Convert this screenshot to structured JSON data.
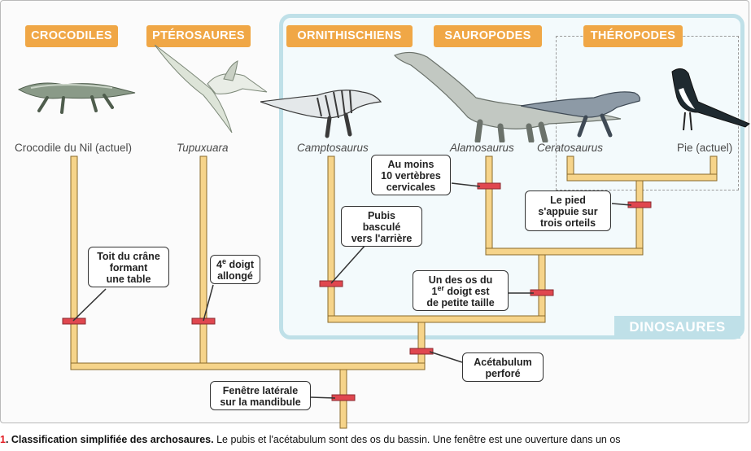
{
  "groups": {
    "crocodiles": "CROCODILES",
    "pterosaures": "PTÉROSAURES",
    "ornithischiens": "ORNITHISCHIENS",
    "sauropodes": "SAUROPODES",
    "theropodes": "THÉROPODES",
    "dinosaures": "DINOSAURES"
  },
  "species": {
    "crocodile": "Crocodile du Nil (actuel)",
    "tupuxuara": "Tupuxuara",
    "camptosaurus": "Camptosaurus",
    "alamosaurus": "Alamosaurus",
    "ceratosaurus": "Ceratosaurus",
    "pie": "Pie (actuel)"
  },
  "characters": {
    "toit_1": "Toit du crâne",
    "toit_2": "formant",
    "toit_3": "une table",
    "doigt4_num": "4",
    "doigt4_sup": "e",
    "doigt4_tail": " doigt",
    "doigt4_2": "allongé",
    "pubis_1": "Pubis",
    "pubis_2": "basculé",
    "pubis_3": "vers l'arrière",
    "vert_1": "Au moins",
    "vert_2": "10 vertèbres",
    "vert_3": "cervicales",
    "pied_1": "Le pied",
    "pied_2": "s'appuie sur",
    "pied_3": "trois orteils",
    "os_1": "Un des os du",
    "os_2_num": "1",
    "os_2_sup": "er",
    "os_2_tail": " doigt est",
    "os_3": "de petite taille",
    "acet_1": "Acétabulum",
    "acet_2": "perforé",
    "fen_1": "Fenêtre latérale",
    "fen_2": "sur la mandibule"
  },
  "caption": {
    "number": "1",
    "title": ". Classification simplifiée des archosaures.",
    "text": " Le pubis et l'acétabulum sont des os du bassin. Une fenêtre est une ouverture dans un os"
  },
  "colors": {
    "label_orange": "#f0a746",
    "branch_fill": "#f6d48a",
    "branch_edge": "#8a6a2a",
    "marker_red": "#e0474f",
    "dino_blue": "#bfe0e8"
  }
}
